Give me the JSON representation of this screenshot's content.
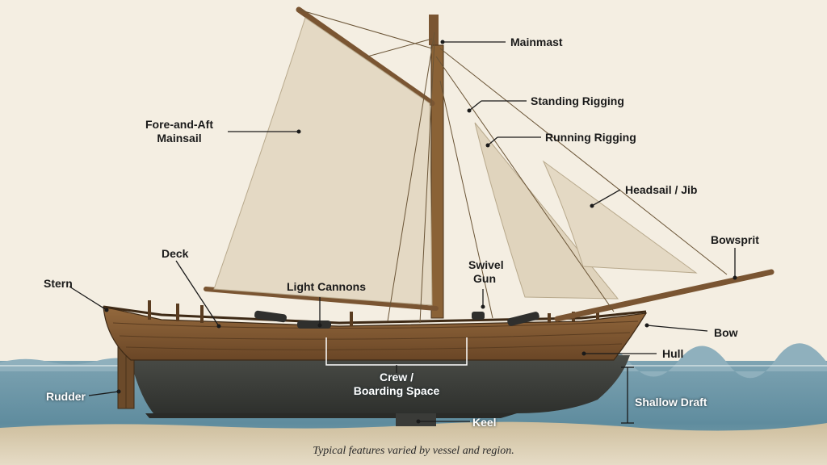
{
  "labels": {
    "mainmast": "Mainmast",
    "standing_rigging": "Standing Rigging",
    "running_rigging": "Running Rigging",
    "fore_and_aft_mainsail_line1": "Fore-and-Aft",
    "fore_and_aft_mainsail_line2": "Mainsail",
    "headsail_jib": "Headsail / Jib",
    "bowsprit": "Bowsprit",
    "deck": "Deck",
    "swivel_gun_line1": "Swivel",
    "swivel_gun_line2": "Gun",
    "stern": "Stern",
    "light_cannons": "Light Cannons",
    "bow": "Bow",
    "hull": "Hull",
    "crew_boarding_line1": "Crew /",
    "crew_boarding_line2": "Boarding Space",
    "rudder": "Rudder",
    "shallow_draft": "Shallow Draft",
    "keel": "Keel"
  },
  "caption": "Typical features varied by vessel and region.",
  "colors": {
    "background": "#f4eee2",
    "sea": "#6f98a8",
    "sail": "#e4d9c4",
    "hull_wood": "#7a5532",
    "hull_dark": "#3d3f3c",
    "mast": "#8a6236"
  }
}
